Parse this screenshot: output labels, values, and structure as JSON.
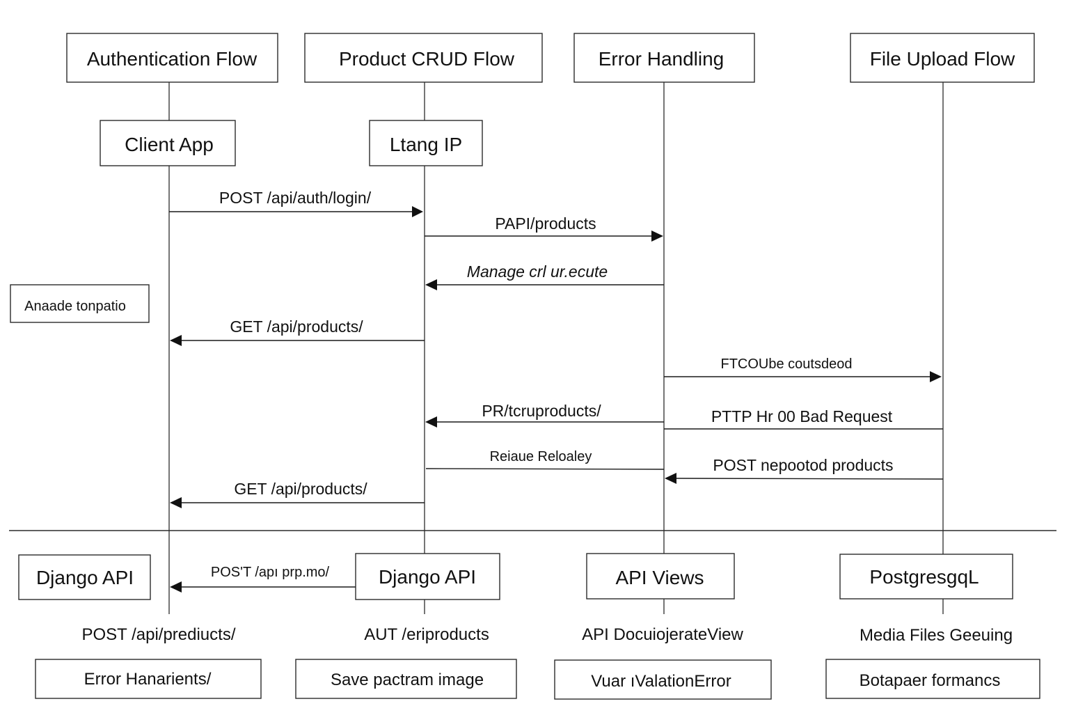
{
  "headers": [
    "Authentication Flow",
    "Product CRUD Flow",
    "Error Handling",
    "File Upload Flow"
  ],
  "participants_top": [
    "Client App",
    "Ltang IP"
  ],
  "side_note": "Anaade tonpatio",
  "messages": [
    "POST /api/auth/login/",
    "PAPI/products",
    "Manage crl ur.ecute",
    "GET /api/products/",
    "FTCOUbe coutsdeod",
    "PR/tcruproducts/",
    "PTTP Hr 00 Bad Request",
    "Reiaue Reloaley",
    "POST nepootod products",
    "GET /api/products/",
    "POS'T /apı prp.mo/"
  ],
  "participants_bottom": [
    "Django API",
    "Django API",
    "API Views",
    "PostgresgqL"
  ],
  "captions": [
    "POST /api/prediucts/",
    "AUT /eriproducts",
    "API DocuiojerateView",
    "Media Files Geeuing"
  ],
  "footer_boxes": [
    "Error Hanarients/",
    "Save pactram image",
    "Vuar ıValationError",
    "Botapaer formancs"
  ]
}
